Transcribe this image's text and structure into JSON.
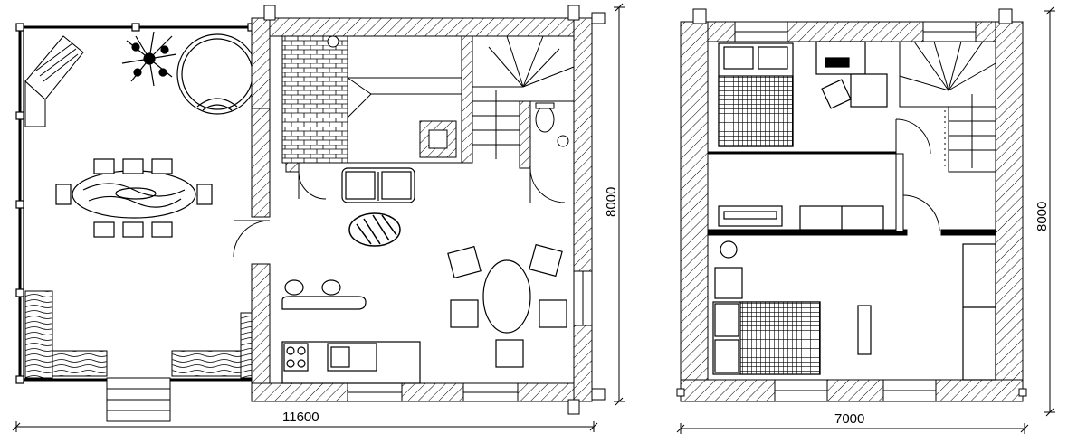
{
  "plans": [
    {
      "dimensions": {
        "width": "11600",
        "height": "8000"
      }
    },
    {
      "dimensions": {
        "width": "7000",
        "height": "8000"
      }
    }
  ],
  "colors": {
    "line": "#000000",
    "background": "#ffffff"
  }
}
